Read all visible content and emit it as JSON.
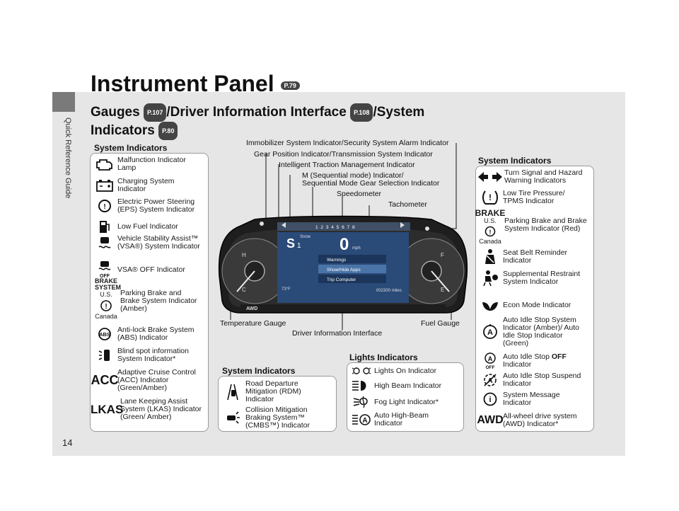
{
  "side_label": "Quick Reference Guide",
  "page_number": "14",
  "title": "Instrument Panel",
  "title_ref": "P.79",
  "subtitle": {
    "part1": "Gauges",
    "ref1": "P.107",
    "part2": "/Driver Information Interface",
    "ref2": "P.108",
    "part3": "/System",
    "part4": "Indicators",
    "ref3": "P.80"
  },
  "left_panel": {
    "title": "System Indicators",
    "items": [
      {
        "label": "Malfunction Indicator Lamp"
      },
      {
        "label": "Charging System Indicator"
      },
      {
        "label": "Electric Power Steering (EPS) System Indicator"
      },
      {
        "label": "Low Fuel Indicator"
      },
      {
        "label": "Vehicle Stability Assist™ (VSA®) System Indicator"
      },
      {
        "label": "VSA® OFF Indicator"
      },
      {
        "label": "Parking Brake and Brake System Indicator (Amber)",
        "us": "U.S.",
        "canada": "Canada",
        "icon_text": "BRAKE SYSTEM"
      },
      {
        "label": "Anti-lock Brake System (ABS) Indicator"
      },
      {
        "label": "Blind spot information System Indicator*"
      },
      {
        "label": "Adaptive Cruise Control (ACC) Indicator (Green/Amber)",
        "icon_text": "ACC"
      },
      {
        "label": "Lane Keeping Assist System (LKAS) Indicator (Green/ Amber)",
        "icon_text": "LKAS"
      }
    ]
  },
  "center_system_panel": {
    "title": "System Indicators",
    "items": [
      {
        "label": "Road Departure Mitigation (RDM) Indicator"
      },
      {
        "label": "Collision Mitigation Braking System™ (CMBS™) Indicator"
      }
    ]
  },
  "lights_panel": {
    "title": "Lights Indicators",
    "items": [
      {
        "label": "Lights On Indicator"
      },
      {
        "label": "High Beam Indicator"
      },
      {
        "label": "Fog Light Indicator*"
      },
      {
        "label": "Auto High-Beam Indicator"
      }
    ]
  },
  "right_panel": {
    "title": "System Indicators",
    "items": [
      {
        "label": "Turn Signal and Hazard Warning Indicators"
      },
      {
        "label": "Low Tire Pressure/ TPMS Indicator"
      },
      {
        "label": "Parking Brake and Brake System Indicator (Red)",
        "us": "U.S.",
        "canada": "Canada",
        "icon_text": "BRAKE"
      },
      {
        "label": "Seat Belt Reminder Indicator"
      },
      {
        "label": "Supplemental Restraint System Indicator"
      },
      {
        "label": "Econ Mode Indicator"
      },
      {
        "label": "Auto Idle Stop System Indicator (Amber)/ Auto Idle Stop Indicator (Green)"
      },
      {
        "label": "Auto Idle Stop OFF Indicator"
      },
      {
        "label": "Auto Idle Stop Suspend Indicator"
      },
      {
        "label": "System Message Indicator"
      },
      {
        "label": "All-wheel drive system (AWD) Indicator*",
        "icon_text": "AWD"
      }
    ]
  },
  "callouts": {
    "immobilizer": "Immobilizer System Indicator/Security System Alarm Indicator",
    "gear_position": "Gear Position Indicator/Transmission System Indicator",
    "traction": "Intelligent Traction Management Indicator",
    "m_mode_line1": "M (Sequential mode) Indicator/",
    "m_mode_line2": "Sequential Mode Gear Selection Indicator",
    "speedometer": "Speedometer",
    "tachometer": "Tachometer",
    "temperature": "Temperature Gauge",
    "dii": "Driver Information Interface",
    "fuel": "Fuel Gauge"
  },
  "cluster": {
    "gear": "S",
    "gear_number": "1",
    "mode": "Snow",
    "speed": "0",
    "speed_unit": "mph",
    "menu_items": [
      "Warnings",
      "Show/Hide Apps",
      "Trip Computer"
    ],
    "odometer": "002300 miles",
    "temperature_readout": "73°F",
    "drive": "AWD",
    "gear_strip": "1 2 3 4 5 6 7 8",
    "temp_hot": "H",
    "temp_cold": "C",
    "fuel_full": "F",
    "fuel_empty": "E"
  },
  "colors": {
    "panel_bg": "#e6e6e6",
    "dark_tab": "#7a7a7a",
    "cluster_dark": "#1e1e1e",
    "screen_blue": "#2a4a78"
  }
}
